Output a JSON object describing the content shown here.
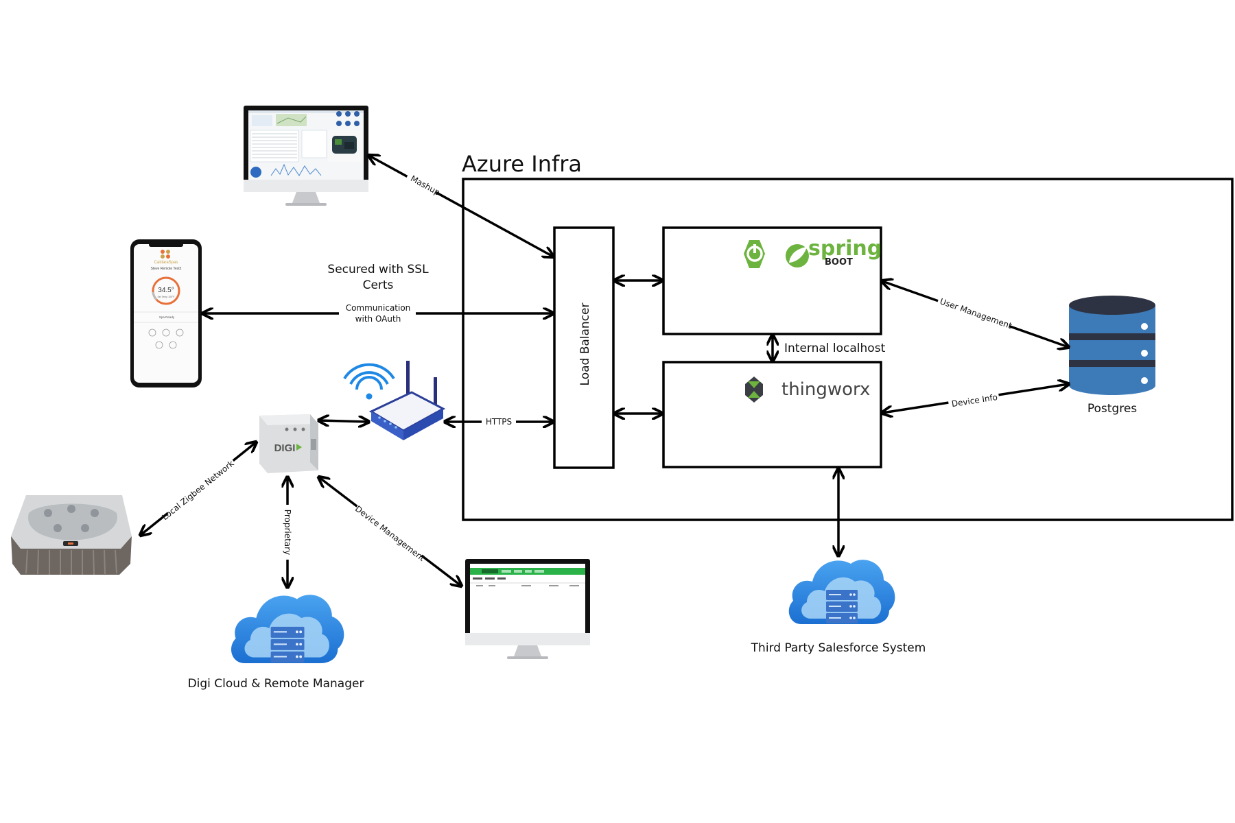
{
  "title": "Azure Infra",
  "nodes": {
    "load_balancer": "Load Balancer",
    "spring_word": "spring",
    "spring_sub": "BOOT",
    "thingworx_word": "thingworx",
    "postgres": "Postgres",
    "digi_label": "DIGI",
    "digi_cloud": "Digi Cloud & Remote Manager",
    "salesforce": "Third Party Salesforce System",
    "phone_brand": "CaldaraSpas",
    "phone_device": "Steve Remote Test2",
    "phone_temp": "34.5°",
    "phone_set": "Set Temp 100°F",
    "phone_mode": "Spa Ready"
  },
  "connections": {
    "mashup": "Mashup",
    "ssl_line1": "Secured with SSL",
    "ssl_line2": "Certs",
    "oauth_line1": "Communication",
    "oauth_line2": "with OAuth",
    "https": "HTTPS",
    "internal": "Internal localhost",
    "user_mgmt": "User Management",
    "device_info": "Device Info",
    "zigbee": "Local Zigbee Network",
    "proprietary": "Proprietary",
    "device_mgmt": "Device Management"
  },
  "colors": {
    "spring_green": "#6db33f",
    "db_blue": "#3d7ab8",
    "db_dark": "#2d3342",
    "cloud_blue": "#2f86e0",
    "cloud_light": "#a9d6f7",
    "router_blue": "#3a5fc7",
    "wifi_blue": "#1e88e5",
    "phone_orange": "#e8703a",
    "rm_green": "#2bb34a"
  },
  "icons": {
    "monitor_dashboard": "monitor-dashboard-icon",
    "phone": "mobile-app-icon",
    "router": "wifi-router-icon",
    "gateway": "digi-gateway-icon",
    "hot_tub": "hot-tub-icon",
    "cloud_digi": "cloud-server-icon",
    "monitor_remote": "monitor-remote-manager-icon",
    "cloud_salesforce": "cloud-server-icon",
    "database": "database-icon"
  }
}
